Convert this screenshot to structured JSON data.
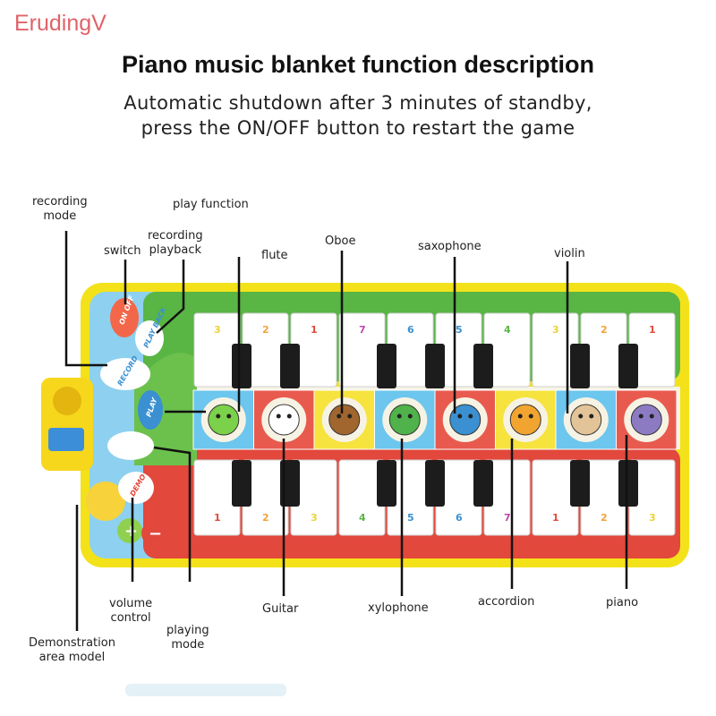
{
  "brand": "ErudingV",
  "title": "Piano music blanket function description",
  "subtitle_line1": "Automatic shutdown after 3 minutes of standby,",
  "subtitle_line2": "press the ON/OFF button to restart the game",
  "labels": {
    "recording_mode": [
      "recording",
      "mode"
    ],
    "play_function": "play function",
    "switch": "switch",
    "recording_playback": [
      "recording",
      "playback"
    ],
    "flute": "flute",
    "oboe": "Oboe",
    "saxophone": "saxophone",
    "violin": "violin",
    "volume_control": [
      "volume",
      "control"
    ],
    "playing_mode": [
      "playing",
      "mode"
    ],
    "demonstration": [
      "Demonstration",
      "area model"
    ],
    "guitar": "Guitar",
    "xylophone": "xylophone",
    "accordion": "accordion",
    "piano": "piano"
  },
  "mat_buttons": {
    "on_off": "ON OFF",
    "record": "RECORD",
    "play": "PLAY",
    "play_back": "PLAY BACK",
    "demo": "DEMO",
    "plus": "+",
    "minus": "−"
  },
  "top_key_numbers": [
    "3",
    "2",
    "1",
    "7",
    "6",
    "5",
    "4",
    "3",
    "2",
    "1"
  ],
  "bottom_key_numbers": [
    "1",
    "2",
    "3",
    "4",
    "5",
    "6",
    "7",
    "1",
    "2",
    "3"
  ],
  "instrument_icons": [
    "frog-flute-icon",
    "zebra-guitar-icon",
    "monkey-oboe-icon",
    "crocodile-xylophone-icon",
    "elephant-saxophone-icon",
    "lion-accordion-icon",
    "goat-violin-icon",
    "hippo-piano-icon"
  ],
  "colors": {
    "border_yellow": "#f3e21a",
    "panel_blue": "#8ed0ef",
    "green_top": "#59b544",
    "red_bottom": "#e2483c",
    "brand": "#e0626a"
  }
}
